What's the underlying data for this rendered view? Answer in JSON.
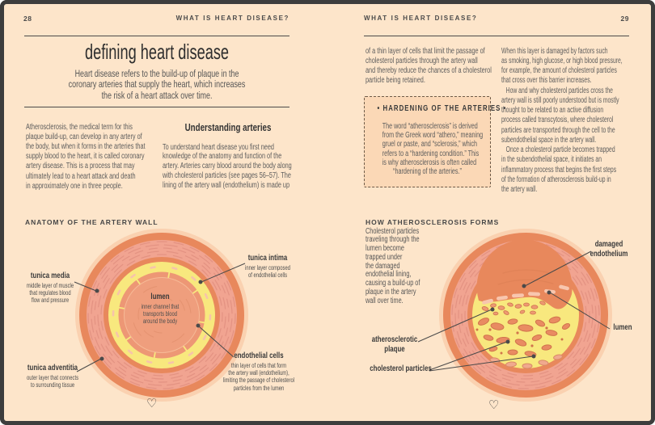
{
  "colors": {
    "frame": "#3d3d3d",
    "page_background": "#fde5ca",
    "callout_background": "#fbd8b6",
    "callout_border": "#6e5b48",
    "heading_text": "#2e2e2e",
    "body_text": "#5c5c5c",
    "artery_halo": "#fad1b0",
    "artery_orange": "#e8885c",
    "artery_pink": "#f1a491",
    "artery_yellow": "#f8e87e",
    "artery_lumen": "#ef9e7d",
    "cholesterol_blob": "#e98b62",
    "endothelium_segment": "#f8c6ae"
  },
  "left_page": {
    "page_number": "28",
    "running_head": "WHAT IS HEART DISEASE?",
    "title": "defining heart disease",
    "intro": "Heart disease refers to the build-up of plaque in the\ncoronary arteries that supply the heart, which increases\nthe risk of a heart attack over time.",
    "column1": "Atherosclerosis, the medical term for this\nplaque build-up, can develop in any artery of\nthe body, but when it forms in the arteries that\nsupply blood to the heart, it is called coronary\nartery disease. This is a process that may\nultimately lead to a heart attack and death\nin approximately one in three people.",
    "column2_heading": "Understanding arteries",
    "column2": "To understand heart disease you first need\nknowledge of the anatomy and function of the\nartery. Arteries carry blood around the body along\nwith cholesterol particles (see pages 56–57). The\nlining of the artery wall (endothelium) is made up",
    "diagram": {
      "caption": "ANATOMY OF THE ARTERY WALL",
      "labels": [
        {
          "term": "tunica media",
          "description": "middle layer of muscle\nthat regulates blood\nflow and pressure"
        },
        {
          "term": "tunica adventitia",
          "description": "outer layer that connects\nto surrounding tissue"
        },
        {
          "term": "lumen",
          "description": "inner channel that\ntransports blood\naround the body"
        },
        {
          "term": "tunica intima",
          "description": "inner layer composed\nof endothelial cells"
        },
        {
          "term": "endothelial cells",
          "description": "thin layer of cells that form\nthe artery wall (endothelium),\nlimiting the passage of cholesterol\nparticles from the lumen"
        }
      ]
    },
    "footer_icon_glyph": "♡"
  },
  "right_page": {
    "page_number": "29",
    "running_head": "WHAT IS HEART DISEASE?",
    "column1": "of a thin layer of cells that limit the passage of\ncholesterol particles through the artery wall\nand thereby reduce the chances of a cholesterol\nparticle being retained.",
    "callout_box": {
      "heading": "• HARDENING OF THE ARTERIES •",
      "body": "The word “atherosclerosis” is derived\nfrom the Greek word “athero,” meaning\ngruel or paste, and “sclerosis,” which\nrefers to a “hardening condition.” This\nis why atherosclerosis is often called\n“hardening of the arteries.”"
    },
    "column2": "When this layer is damaged by factors such\nas smoking, high glucose, or high blood pressure,\nfor example, the amount of cholesterol particles\nthat cross over this barrier increases.\n   How and why cholesterol particles cross the\nartery wall is still poorly understood but is mostly\nthought to be related to an active diffusion\nprocess called transcytosis, where cholesterol\nparticles are transported through the cell to the\nsubendothelial space in the artery wall.\n   Once a cholesterol particle becomes trapped\nin the subendothelial space, it initiates an\ninflammatory process that begins the first steps\nof the formation of atherosclerosis build-up in\nthe artery wall.",
    "diagram": {
      "caption": "HOW ATHEROSCLEROSIS FORMS",
      "intro": "Cholesterol particles\ntraveling through the\nlumen become\ntrapped under\nthe damaged\nendothelial lining,\ncausing a build-up of\nplaque in the artery\nwall over time.",
      "labels": [
        {
          "term": "damaged\nendothelium"
        },
        {
          "term": "lumen"
        },
        {
          "term": "atherosclerotic\nplaque"
        },
        {
          "term": "cholesterol particles"
        }
      ]
    },
    "footer_icon_glyph": "♡"
  }
}
